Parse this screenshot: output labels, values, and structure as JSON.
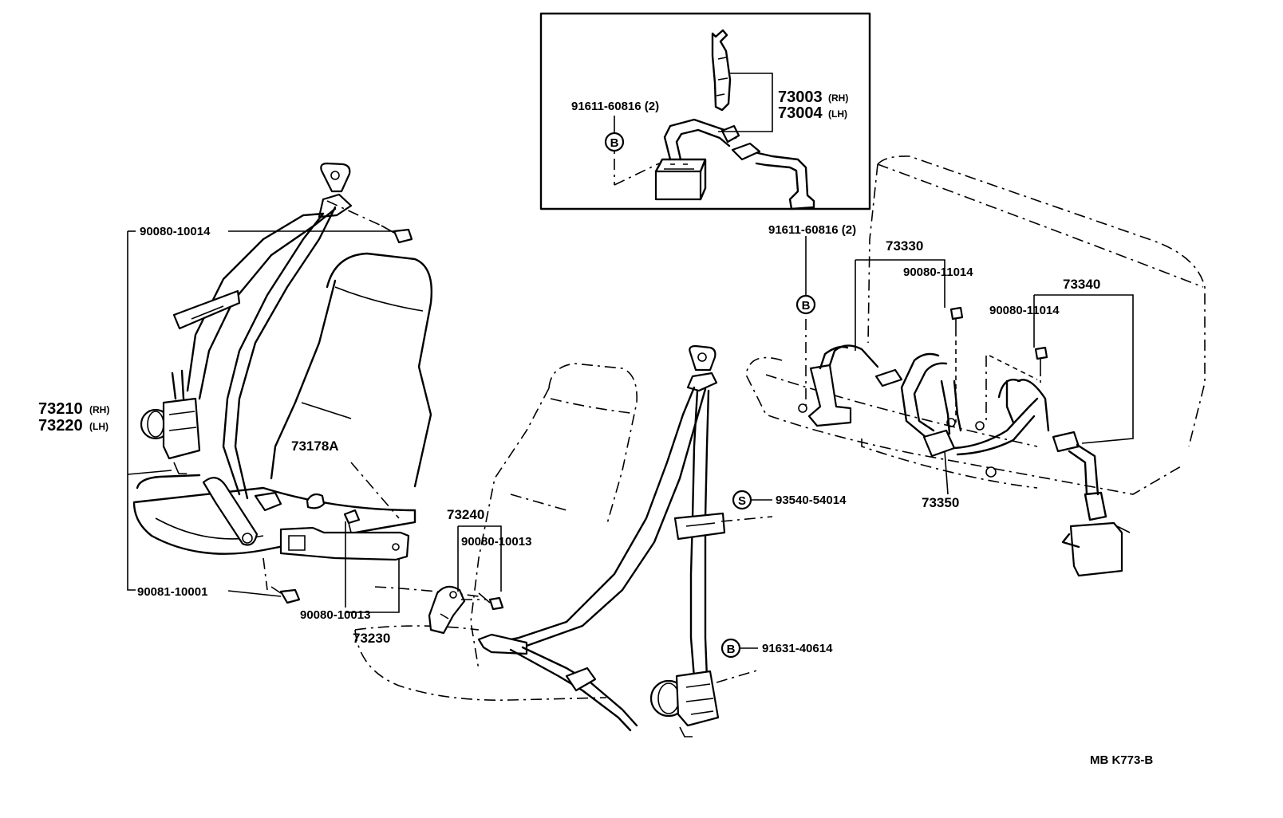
{
  "diagram": {
    "figure_code": "MB  K773-B",
    "inset": {
      "part_rear_rh": "73003",
      "part_rear_rh_side": "(RH)",
      "part_rear_lh": "73004",
      "part_rear_lh_side": "(LH)",
      "bolt": "91611-60816 (2)",
      "bolt_marker": "B"
    },
    "front_left": {
      "anchor_bolt_top": "90080-10014",
      "retractor_rh": "73210",
      "retractor_rh_side": "(RH)",
      "retractor_lh": "73220",
      "retractor_lh_side": "(LH)",
      "anchor_bolt_bottom": "90081-10001",
      "cover": "73178A",
      "buckle_bolt": "90080-10013",
      "buckle_assy": "73230"
    },
    "front_right": {
      "buckle_assy": "73240",
      "buckle_bolt": "90080-10013",
      "screw": "93540-54014",
      "screw_marker": "S",
      "bolt": "91631-40614",
      "bolt_marker": "B"
    },
    "rear": {
      "bolt": "91611-60816 (2)",
      "bolt_marker": "B",
      "belt_assy_left": "73330",
      "bolt_left": "90080-11014",
      "belt_assy_right": "73340",
      "bolt_right": "90080-11014",
      "center_belt": "73350"
    }
  }
}
